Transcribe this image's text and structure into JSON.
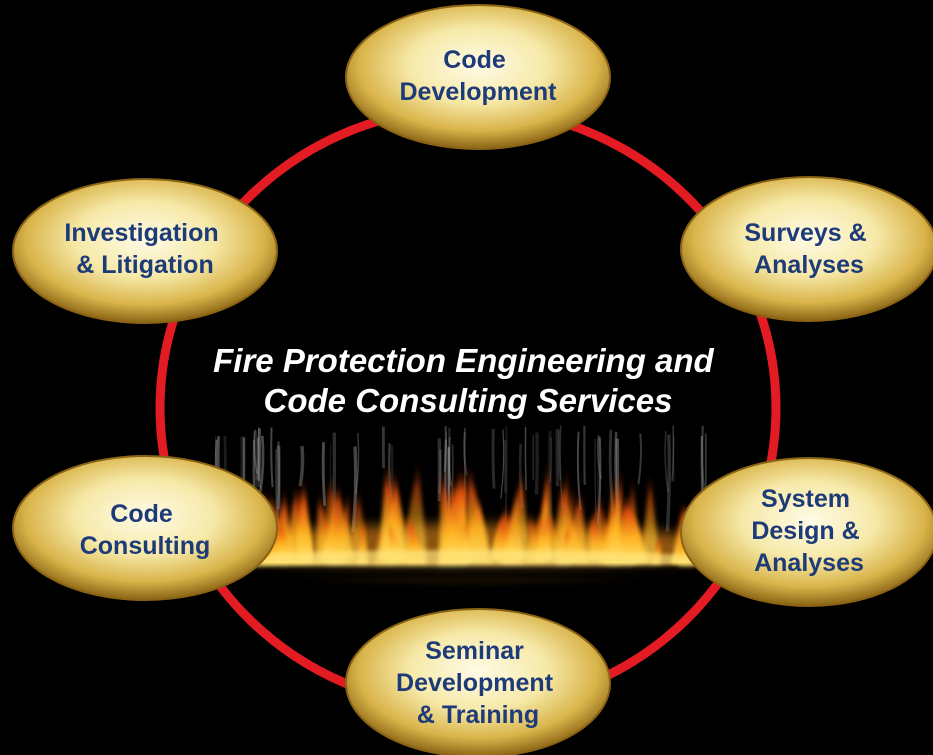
{
  "title": {
    "lines": [
      "Fire Protection Engineering and",
      "Code Consulting Services"
    ]
  },
  "nodes": [
    {
      "id": "code-development",
      "lines": [
        "Code",
        "Development"
      ]
    },
    {
      "id": "surveys-analyses",
      "lines": [
        "Surveys &",
        "Analyses"
      ]
    },
    {
      "id": "system-design-analyses",
      "lines": [
        "System",
        "Design &",
        "Analyses"
      ]
    },
    {
      "id": "seminar-development-training",
      "lines": [
        "Seminar",
        "Development",
        "& Training"
      ]
    },
    {
      "id": "code-consulting",
      "lines": [
        "Code",
        "Consulting"
      ]
    },
    {
      "id": "investigation-litigation",
      "lines": [
        "Investigation",
        "& Litigation"
      ]
    }
  ],
  "colors": {
    "background": "#000000",
    "ring": "#e31b23",
    "oval_fill": "#f4e7a6",
    "oval_rim": "#b98a1e",
    "node_text": "#1d3b78",
    "title_text": "#ffffff",
    "flame_core": "#ffd23c",
    "flame_edge": "#e04a0e"
  },
  "decoration": {
    "center_graphic": "flames"
  }
}
